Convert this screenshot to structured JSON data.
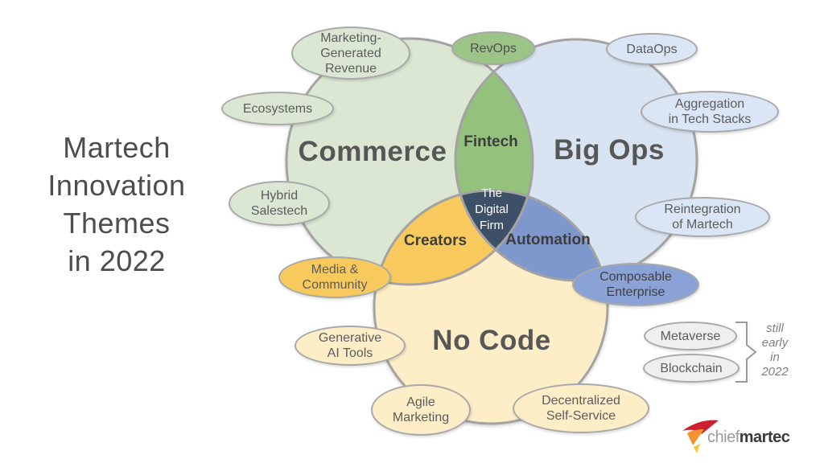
{
  "title": "Martech\nInnovation\nThemes\nin 2022",
  "venn": {
    "commerce": "Commerce",
    "bigops": "Big Ops",
    "nocode": "No Code",
    "fintech": "Fintech",
    "creators": "Creators",
    "automation": "Automation",
    "center": "The\nDigital\nFirm"
  },
  "bubbles": [
    {
      "id": "marketing-generated-revenue",
      "label": "Marketing-\nGenerated\nRevenue",
      "group": "commerce"
    },
    {
      "id": "ecosystems",
      "label": "Ecosystems",
      "group": "commerce"
    },
    {
      "id": "hybrid-salestech",
      "label": "Hybrid\nSalestech",
      "group": "commerce"
    },
    {
      "id": "revops",
      "label": "RevOps",
      "group": "fintech"
    },
    {
      "id": "dataops",
      "label": "DataOps",
      "group": "bigops"
    },
    {
      "id": "aggregation-in-tech-stacks",
      "label": "Aggregation\nin Tech Stacks",
      "group": "bigops"
    },
    {
      "id": "reintegration-of-martech",
      "label": "Reintegration\nof Martech",
      "group": "bigops"
    },
    {
      "id": "composable-enterprise",
      "label": "Composable\nEnterprise",
      "group": "automation"
    },
    {
      "id": "media-community",
      "label": "Media &\nCommunity",
      "group": "creators"
    },
    {
      "id": "generative-ai-tools",
      "label": "Generative\nAI Tools",
      "group": "nocode"
    },
    {
      "id": "agile-marketing",
      "label": "Agile\nMarketing",
      "group": "nocode"
    },
    {
      "id": "decentralized-self-service",
      "label": "Decentralized\nSelf-Service",
      "group": "nocode"
    },
    {
      "id": "metaverse",
      "label": "Metaverse",
      "group": "still-early"
    },
    {
      "id": "blockchain",
      "label": "Blockchain",
      "group": "still-early"
    }
  ],
  "annotation": {
    "text": "still\nearly\nin\n2022"
  },
  "logo": {
    "prefix": "chief",
    "suffix": "martec"
  },
  "palette": {
    "commerce-fill": "#dbe7d3",
    "bigops-fill": "#d8e4f2",
    "nocode-fill": "#fdeec8",
    "fintech-fill": "#94c27c",
    "creators-fill": "#f8ca5d",
    "automation-fill": "#7e97cd",
    "center-fill": "#3e4f68",
    "circle-stroke": "#a3a3a3",
    "bubble-border": "#a9a9a9",
    "green-bubble": "#dbe7d3",
    "blue-bubble": "#dae6f5",
    "cream-bubble": "#fdeec8",
    "gold-bubble": "#f8ca5d",
    "medgreen-bubble": "#9cc487",
    "medblue-bubble": "#8aa2d6",
    "gray-bubble": "#efefef",
    "text-dark": "#3d3d3d",
    "text-mid": "#575757",
    "text-bubble": "#5c5c5c",
    "annotation-gray": "#7f7f7f",
    "title-color": "#4d4d4d",
    "logo-red": "#cf2030",
    "logo-orange": "#f29230",
    "logo-yellow": "#f6c532",
    "logo-gray": "#9b9b9b",
    "logo-dark": "#3a3a3a"
  }
}
